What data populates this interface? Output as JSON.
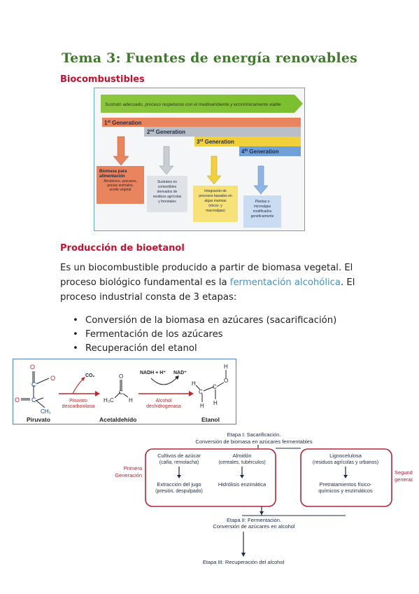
{
  "title": "Tema 3: Fuentes de energía renovables",
  "section1": {
    "heading": "Biocombustibles"
  },
  "generations_figure": {
    "arrow_text": "Sustrato adecuado, proceso respetuoso con el medioambiente y económicamente viable",
    "gen1": {
      "num": "1",
      "sup": "st",
      "word": " Generation",
      "box_title": [
        "Biomasa para",
        "alimentación"
      ],
      "box_lines": [
        "Almidones, azúcares,",
        "grasas animales,",
        "aceite vegetal"
      ],
      "color": "#e8845e"
    },
    "gen2": {
      "num": "2",
      "sup": "nd",
      "word": " Generation",
      "box_lines": [
        "Sustratos no",
        "comestibles",
        "derivados de",
        "residuos agrícolas",
        "y forestales"
      ],
      "color": "#b9bec7"
    },
    "gen3": {
      "num": "3",
      "sup": "rd",
      "word": " Generation",
      "box_lines": [
        "Integración de",
        "procesos basados en",
        "algas marinas",
        "(micro- y",
        "macroalgas)"
      ],
      "color": "#f2d03a"
    },
    "gen4": {
      "num": "4",
      "sup": "th",
      "word": " Generation",
      "box_lines": [
        "Plantas o",
        "microalgas",
        "modificados",
        "genéticamente"
      ],
      "color": "#6fa0d8"
    }
  },
  "section2": {
    "heading": "Producción de bioetanol",
    "para_part1": "Es un biocombustible producido a partir de biomasa vegetal. El proceso biológico fundamental es la ",
    "para_highlight": "fermentación alcohólica",
    "para_part2": ". El proceso industrial consta de 3 etapas:",
    "bullets": [
      "Conversión de la biomasa en azúcares (sacarificación)",
      "Fermentación de los azúcares",
      "Recuperación del etanol"
    ]
  },
  "reaction": {
    "pyruvate": "Piruvato",
    "acetaldehyde": "Acetaldehído",
    "ethanol": "Etanol",
    "co2": "CO₂",
    "nadh": "NADH + H⁺",
    "nad": "NAD⁺",
    "enzyme1": [
      "Piruvato",
      "descarboxilasa"
    ],
    "enzyme2": [
      "Alcohol",
      "deshidrogenasa"
    ],
    "atoms": {
      "O": "O",
      "C": "C",
      "H": "H",
      "ch3": "CH₃",
      "h3c": "H₃C"
    }
  },
  "flow": {
    "stage1_title": "Etapa I: Sacarificación.",
    "stage1_sub": "Conversión de biomasa en azúcares fermentables",
    "first_gen": [
      "Primera",
      "Generación"
    ],
    "second_gen": [
      "Segunda",
      "generación"
    ],
    "col1_title": "Cultivos de azúcar",
    "col1_sub": "(caña, remolacha)",
    "col1_process": "Extracción del jugo",
    "col1_process_sub": "(presión, despulpado)",
    "col2_title": "Almidón",
    "col2_sub": "(cereales, tubérculos)",
    "col2_process": "Hidrólisis enzimática",
    "col3_title": "Lignocelulosa",
    "col3_sub": "(residuos agrícolas y urbanos)",
    "col3_process": [
      "Pretratamientos físico-",
      "químicos y enzimáticos"
    ],
    "stage2_title": "Etapa II: Fermentación.",
    "stage2_sub": "Conversión de azúcares en alcohol",
    "stage3_title": "Etapa III: Recuperación del alcohol"
  }
}
